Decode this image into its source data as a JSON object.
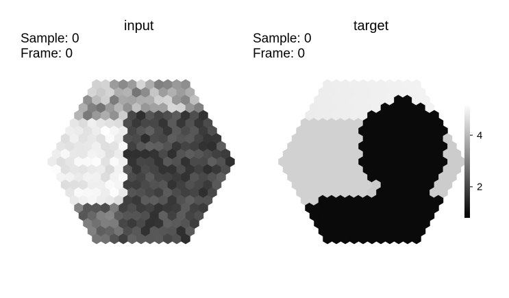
{
  "chart_data": {
    "type": "heatmap",
    "grid": false,
    "panels": [
      {
        "title": "input",
        "sample_label": "Sample: 0",
        "frame_label": "Frame: 0",
        "colormap": "gray",
        "content": "hexagonal-camera-image: grayscale noisy image; light left region, dark right/bottom silhouette"
      },
      {
        "title": "target",
        "sample_label": "Sample: 0",
        "frame_label": "Frame: 0",
        "colormap": "gray",
        "content": "hexagonal-camera-image: light gray background with black head-and-shoulders silhouette"
      }
    ],
    "colorbar": {
      "ticks": [
        "2",
        "4"
      ],
      "tick_values": [
        2,
        4
      ],
      "range": [
        0.8,
        5.2
      ],
      "colormap": "gray"
    }
  }
}
